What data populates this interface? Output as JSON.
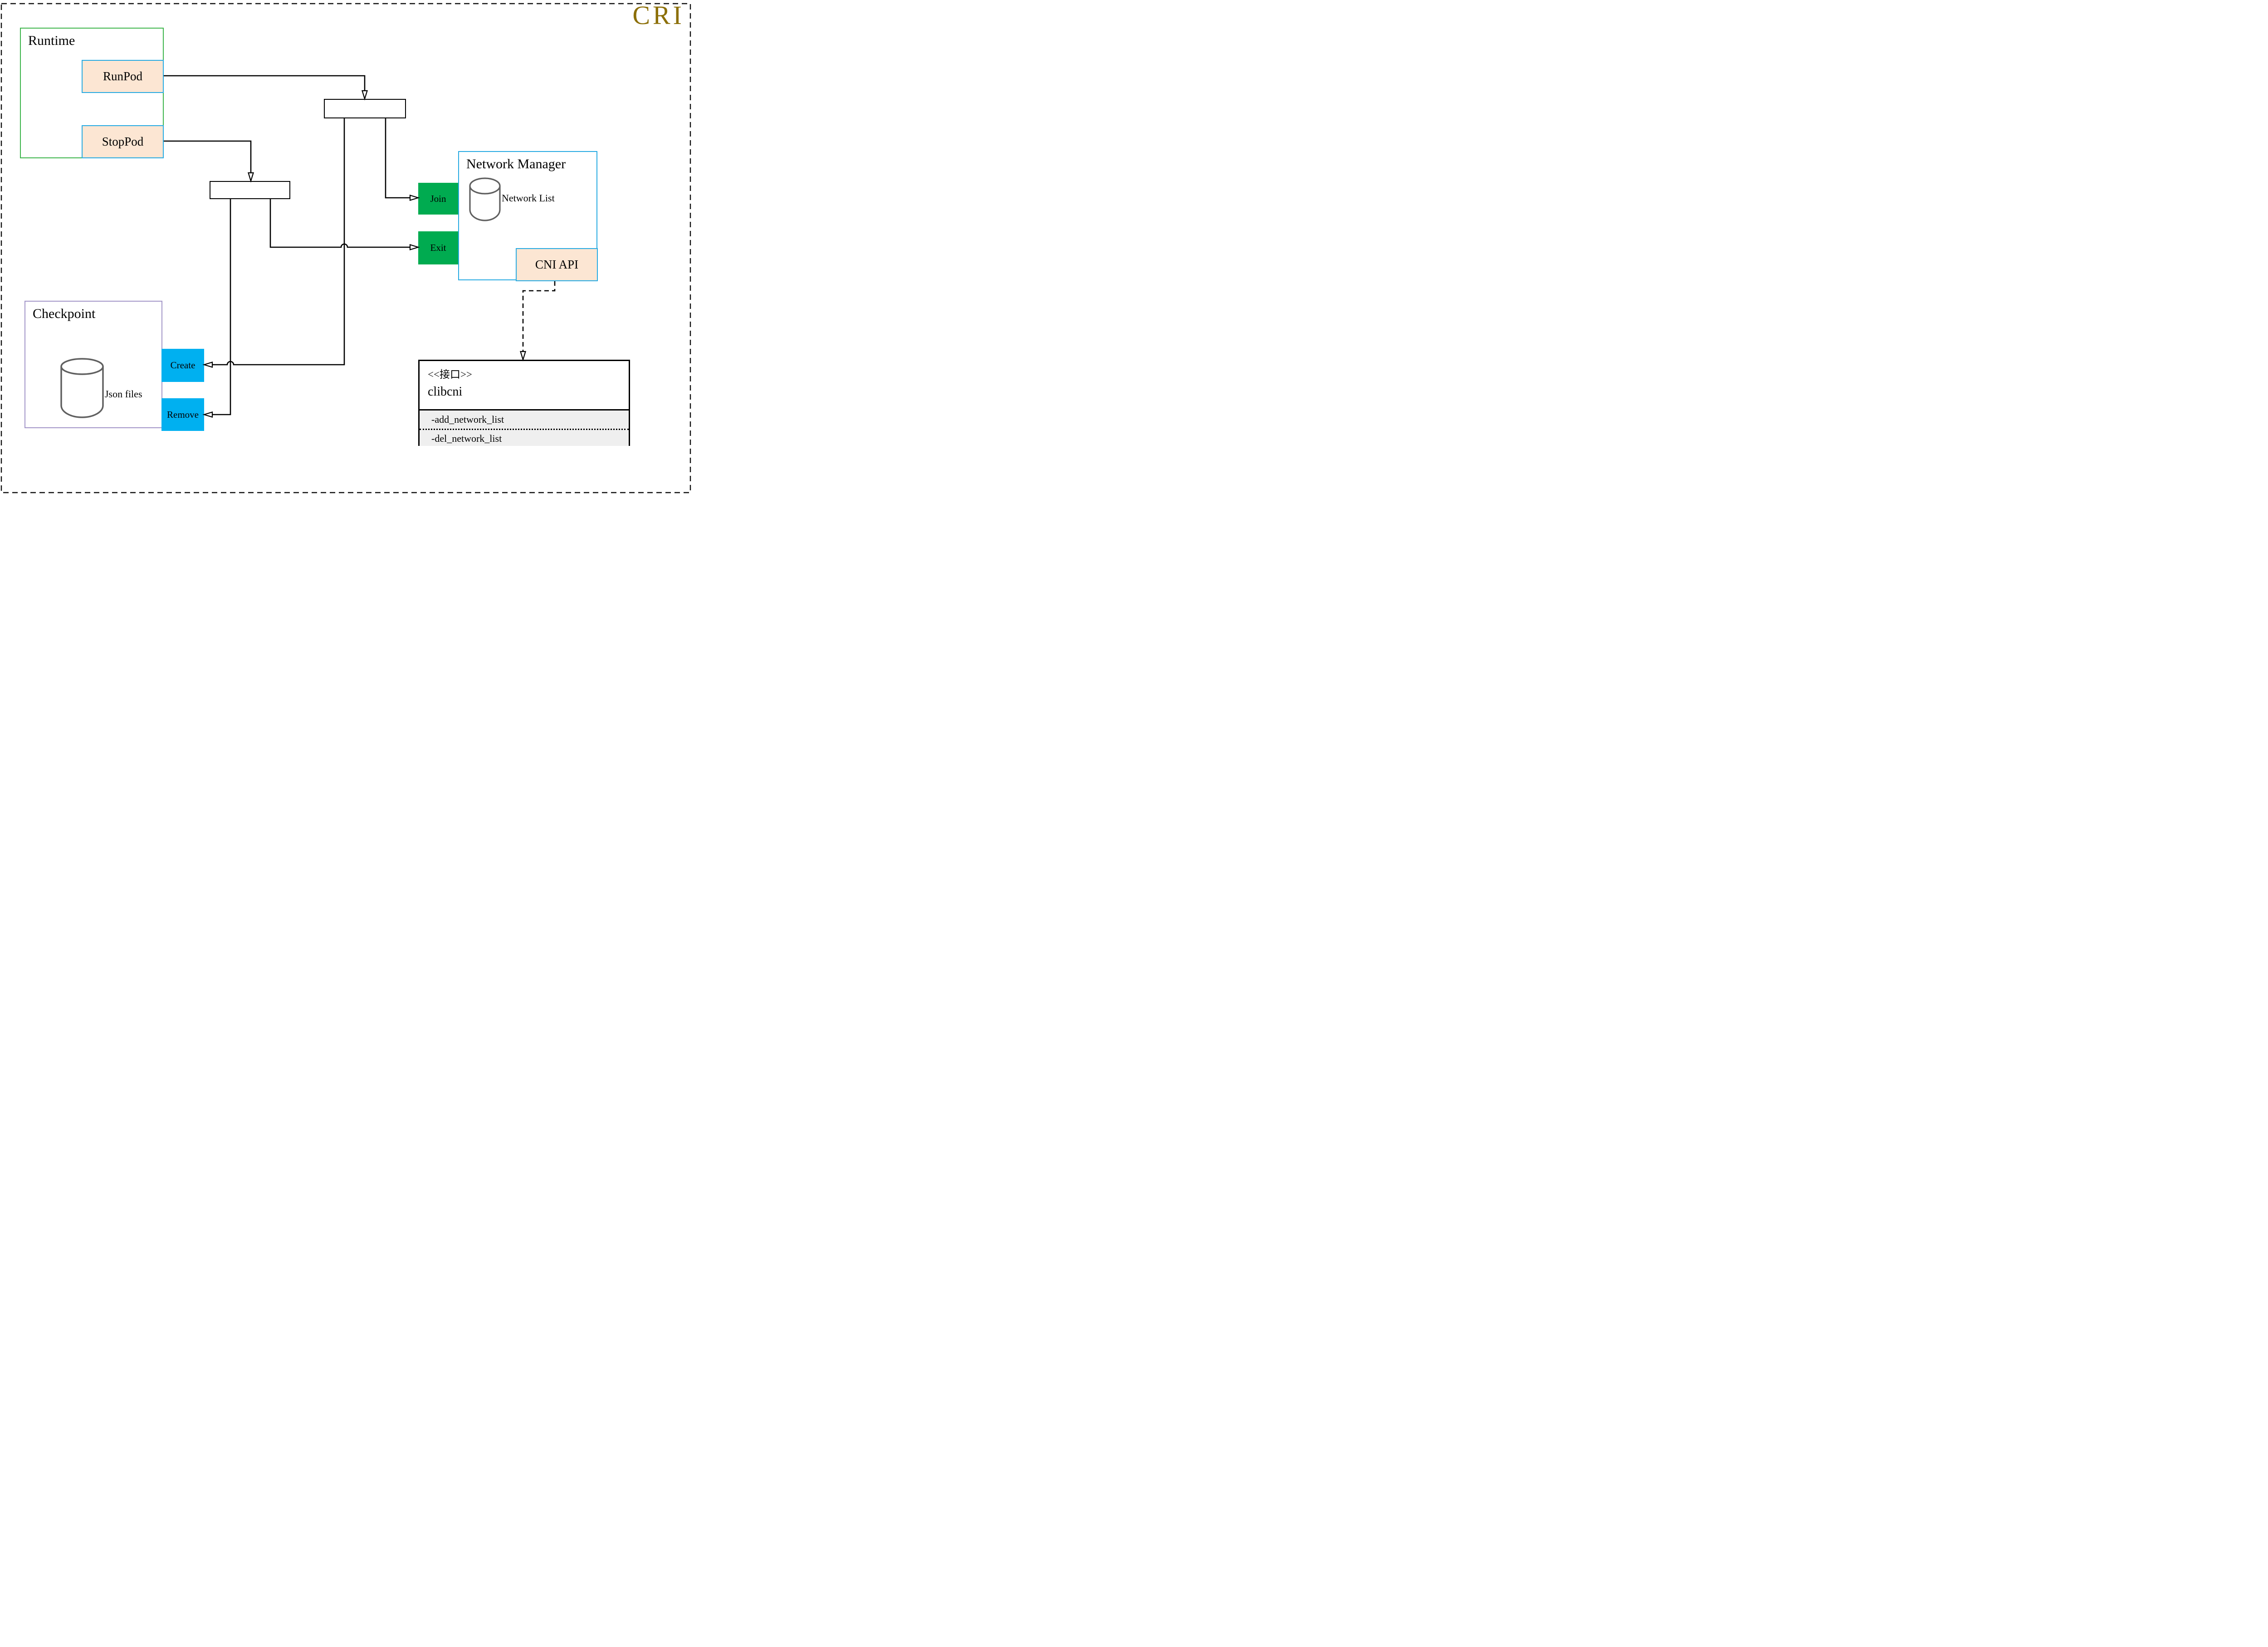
{
  "page": {
    "badge": "CRI"
  },
  "runtime": {
    "title": "Runtime",
    "buttons": [
      {
        "label": "RunPod"
      },
      {
        "label": "StopPod"
      }
    ]
  },
  "checkpoint": {
    "title": "Checkpoint",
    "store_label": "Json files",
    "buttons": [
      {
        "label": "Create"
      },
      {
        "label": "Remove"
      }
    ]
  },
  "network_manager": {
    "title": "Network Manager",
    "store_label": "Network List",
    "buttons": [
      {
        "label": "Join"
      },
      {
        "label": "Exit"
      }
    ],
    "api_label": "CNI API"
  },
  "interface_box": {
    "stereotype": "<<接口>>",
    "name": "clibcni",
    "methods": [
      "-add_network_list",
      "-del_network_list"
    ]
  },
  "colors": {
    "accent_blue": "#29abe2",
    "fill_peach": "#fce6d3",
    "fill_cyan": "#00b0f0",
    "fill_green": "#00ab50",
    "runtime_border": "#3db54b",
    "checkpoint_border": "#a396c8",
    "cri_gold": "#8c6f08",
    "cylinder_stroke": "#606060"
  }
}
